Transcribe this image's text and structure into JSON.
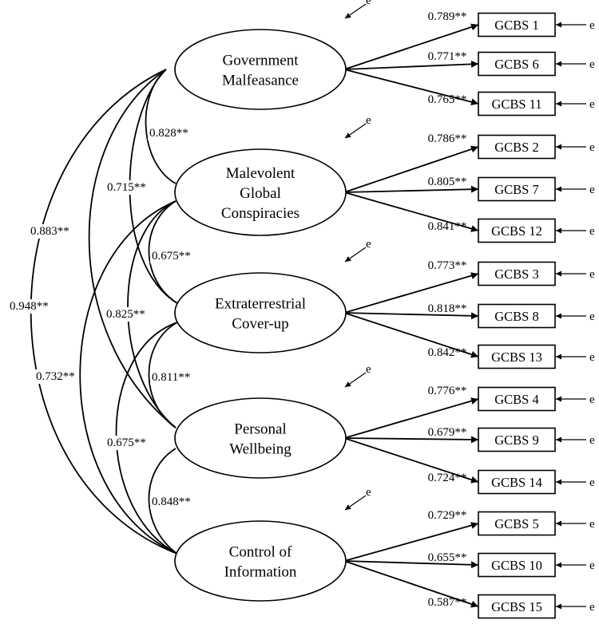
{
  "factors": [
    {
      "label_lines": [
        "Government",
        "Malfeasance"
      ]
    },
    {
      "label_lines": [
        "Malevolent",
        "Global",
        "Conspiracies"
      ]
    },
    {
      "label_lines": [
        "Extraterrestrial",
        "Cover-up"
      ]
    },
    {
      "label_lines": [
        "Personal",
        "Wellbeing"
      ]
    },
    {
      "label_lines": [
        "Control of",
        "Information"
      ]
    }
  ],
  "error_label": "e",
  "indicators": [
    {
      "label": "GCBS 1",
      "factor": 0,
      "loading": "0.789**"
    },
    {
      "label": "GCBS 6",
      "factor": 0,
      "loading": "0.771**"
    },
    {
      "label": "GCBS 11",
      "factor": 0,
      "loading": "0.765**"
    },
    {
      "label": "GCBS 2",
      "factor": 1,
      "loading": "0.786**"
    },
    {
      "label": "GCBS 7",
      "factor": 1,
      "loading": "0.805**"
    },
    {
      "label": "GCBS 12",
      "factor": 1,
      "loading": "0.841**"
    },
    {
      "label": "GCBS 3",
      "factor": 2,
      "loading": "0.773**"
    },
    {
      "label": "GCBS 8",
      "factor": 2,
      "loading": "0.818**"
    },
    {
      "label": "GCBS 13",
      "factor": 2,
      "loading": "0.842**"
    },
    {
      "label": "GCBS 4",
      "factor": 3,
      "loading": "0.776**"
    },
    {
      "label": "GCBS 9",
      "factor": 3,
      "loading": "0.679**"
    },
    {
      "label": "GCBS 14",
      "factor": 3,
      "loading": "0.724**"
    },
    {
      "label": "GCBS 5",
      "factor": 4,
      "loading": "0.729**"
    },
    {
      "label": "GCBS 10",
      "factor": 4,
      "loading": "0.655**"
    },
    {
      "label": "GCBS 15",
      "factor": 4,
      "loading": "0.587**"
    }
  ],
  "correlations": [
    {
      "from": 0,
      "to": 1,
      "value": "0.828**"
    },
    {
      "from": 0,
      "to": 2,
      "value": "0.715**"
    },
    {
      "from": 0,
      "to": 3,
      "value": "0.883**"
    },
    {
      "from": 0,
      "to": 4,
      "value": "0.948**"
    },
    {
      "from": 1,
      "to": 2,
      "value": "0.675**"
    },
    {
      "from": 1,
      "to": 3,
      "value": "0.825**"
    },
    {
      "from": 1,
      "to": 4,
      "value": "0.732**"
    },
    {
      "from": 2,
      "to": 3,
      "value": "0.811**"
    },
    {
      "from": 2,
      "to": 4,
      "value": "0.675**"
    },
    {
      "from": 3,
      "to": 4,
      "value": "0.848**"
    }
  ]
}
